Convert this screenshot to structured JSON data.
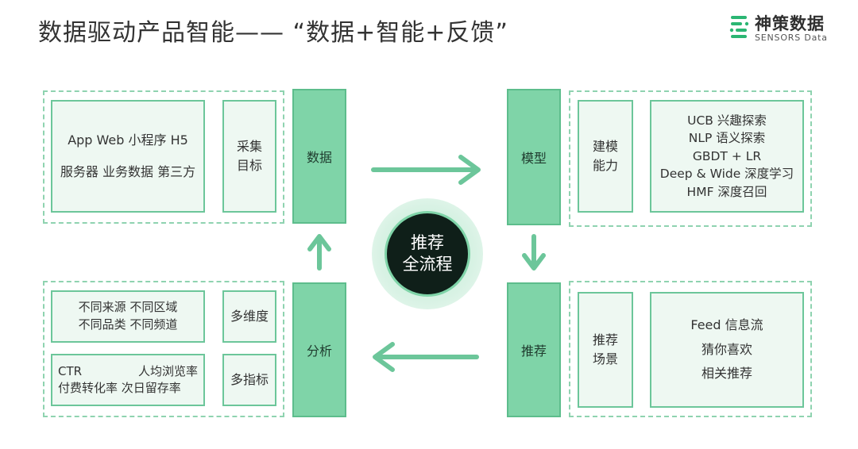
{
  "title": "数据驱动产品智能—— “数据+智能+反馈”",
  "logo": {
    "cn": "神策数据",
    "en": "SENSORS Data"
  },
  "center": {
    "label": "推荐\n全流程"
  },
  "data_block": {
    "sources": "App  Web  小程序  H5\n\n服务器 业务数据 第三方",
    "label": "采集\n目标",
    "column": "数据"
  },
  "model_block": {
    "column": "模型",
    "label": "建模\n能力",
    "methods": "UCB 兴趣探索\nNLP 语义探索\nGBDT + LR\nDeep & Wide 深度学习\nHMF 深度召回"
  },
  "recommend_block": {
    "column": "推荐",
    "label": "推荐\n场景",
    "scenes": "Feed 信息流\n猜你喜欢\n相关推荐"
  },
  "analysis_block": {
    "column": "分析",
    "dimensions": "不同来源   不同区域\n不同品类   不同频道",
    "dimensions_label": "多维度",
    "metrics_row1_left": "CTR",
    "metrics_row1_right": "人均浏览率",
    "metrics_row2": "付费转化率 次日留存率",
    "metrics_label": "多指标"
  },
  "colors": {
    "accent": "#7fd4a8",
    "accent_dark": "#5dbd8c",
    "dash": "#8fd3b0",
    "center_dark": "#0f1f19"
  }
}
